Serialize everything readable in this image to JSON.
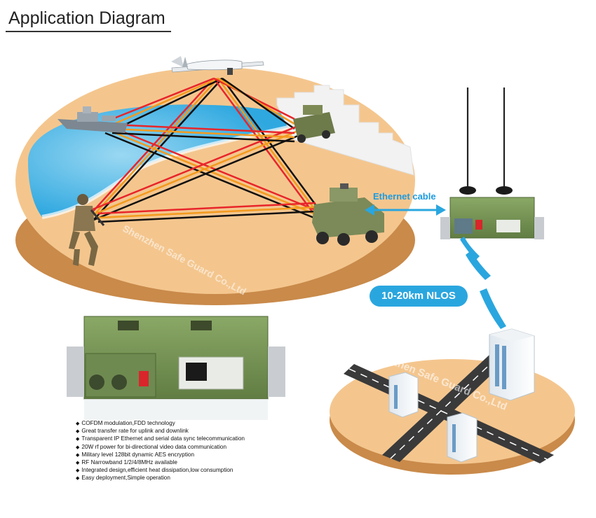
{
  "header": {
    "title": "Application Diagram"
  },
  "labels": {
    "ethernet": "Ethernet cable",
    "range": "10-20km NLOS"
  },
  "watermark": "Shenzhen Safe Guard Co.,Ltd",
  "features": [
    "COFDM modulation,FDD technology",
    "Great transfer rate for uplink and downlink",
    "Transparent IP Ethernet and serial data sync telecommunication",
    "20W rf power for bi-directional video data communication",
    "Military level 128bit dynamic AES encryption",
    "RF Narrowband 1/2/4/8MHz available",
    "Integrated design,efficient heat dissipation,low consumption",
    "Easy deployment,Simple operation"
  ],
  "colors": {
    "link_red": "#e8252a",
    "link_orange": "#f39a1e",
    "link_black": "#111111",
    "sand": "#f2c48d",
    "sea": "#3ab4e6",
    "equipment": "#7a9a58",
    "accent_blue": "#2aa6df"
  }
}
